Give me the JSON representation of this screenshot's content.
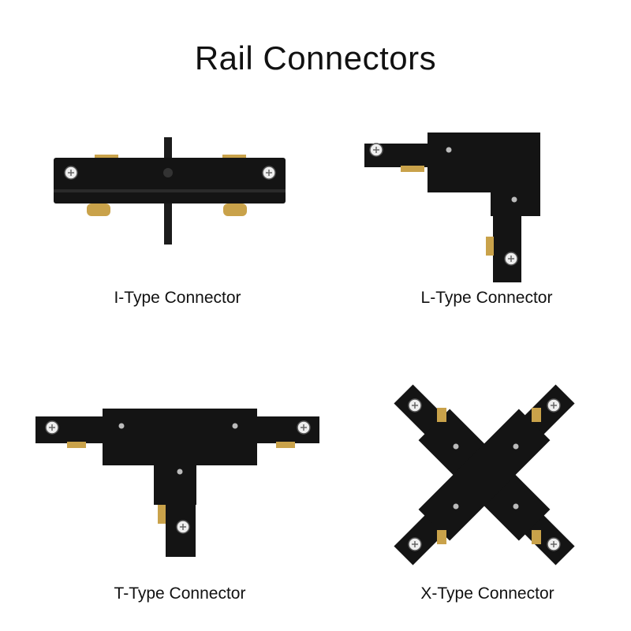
{
  "title": "Rail Connectors",
  "products": [
    {
      "label": "I-Type Connector",
      "icon": "i-type-connector"
    },
    {
      "label": "L-Type Connector",
      "icon": "l-type-connector"
    },
    {
      "label": "T-Type Connector",
      "icon": "t-type-connector"
    },
    {
      "label": "X-Type Connector",
      "icon": "x-type-connector"
    }
  ],
  "colors": {
    "body": "#141414",
    "brass": "#c9a24a",
    "background": "#ffffff"
  }
}
